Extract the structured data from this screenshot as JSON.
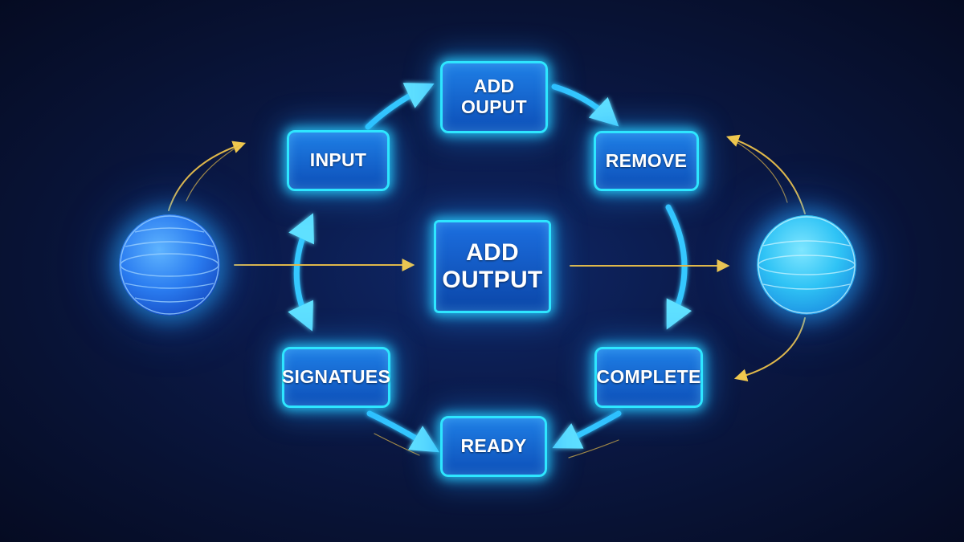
{
  "diagram": {
    "nodes": {
      "input": "INPUT",
      "add_ouput_top": [
        "ADD",
        "OUPUT"
      ],
      "remove": "REMOVE",
      "add_output_center": [
        "ADD",
        "OUTPUT"
      ],
      "signatues": "SIGNATUES",
      "complete": "COMPLETE",
      "ready": "READY"
    },
    "colors": {
      "background": "#0a1436",
      "node_fill": "#1565d8",
      "node_border": "#2ee6ff",
      "cycle_arrow": "#35c8ff",
      "flow_arrow": "#e0b84a",
      "left_sphere": "#2a7cf0",
      "right_sphere": "#2fc3f5"
    }
  }
}
